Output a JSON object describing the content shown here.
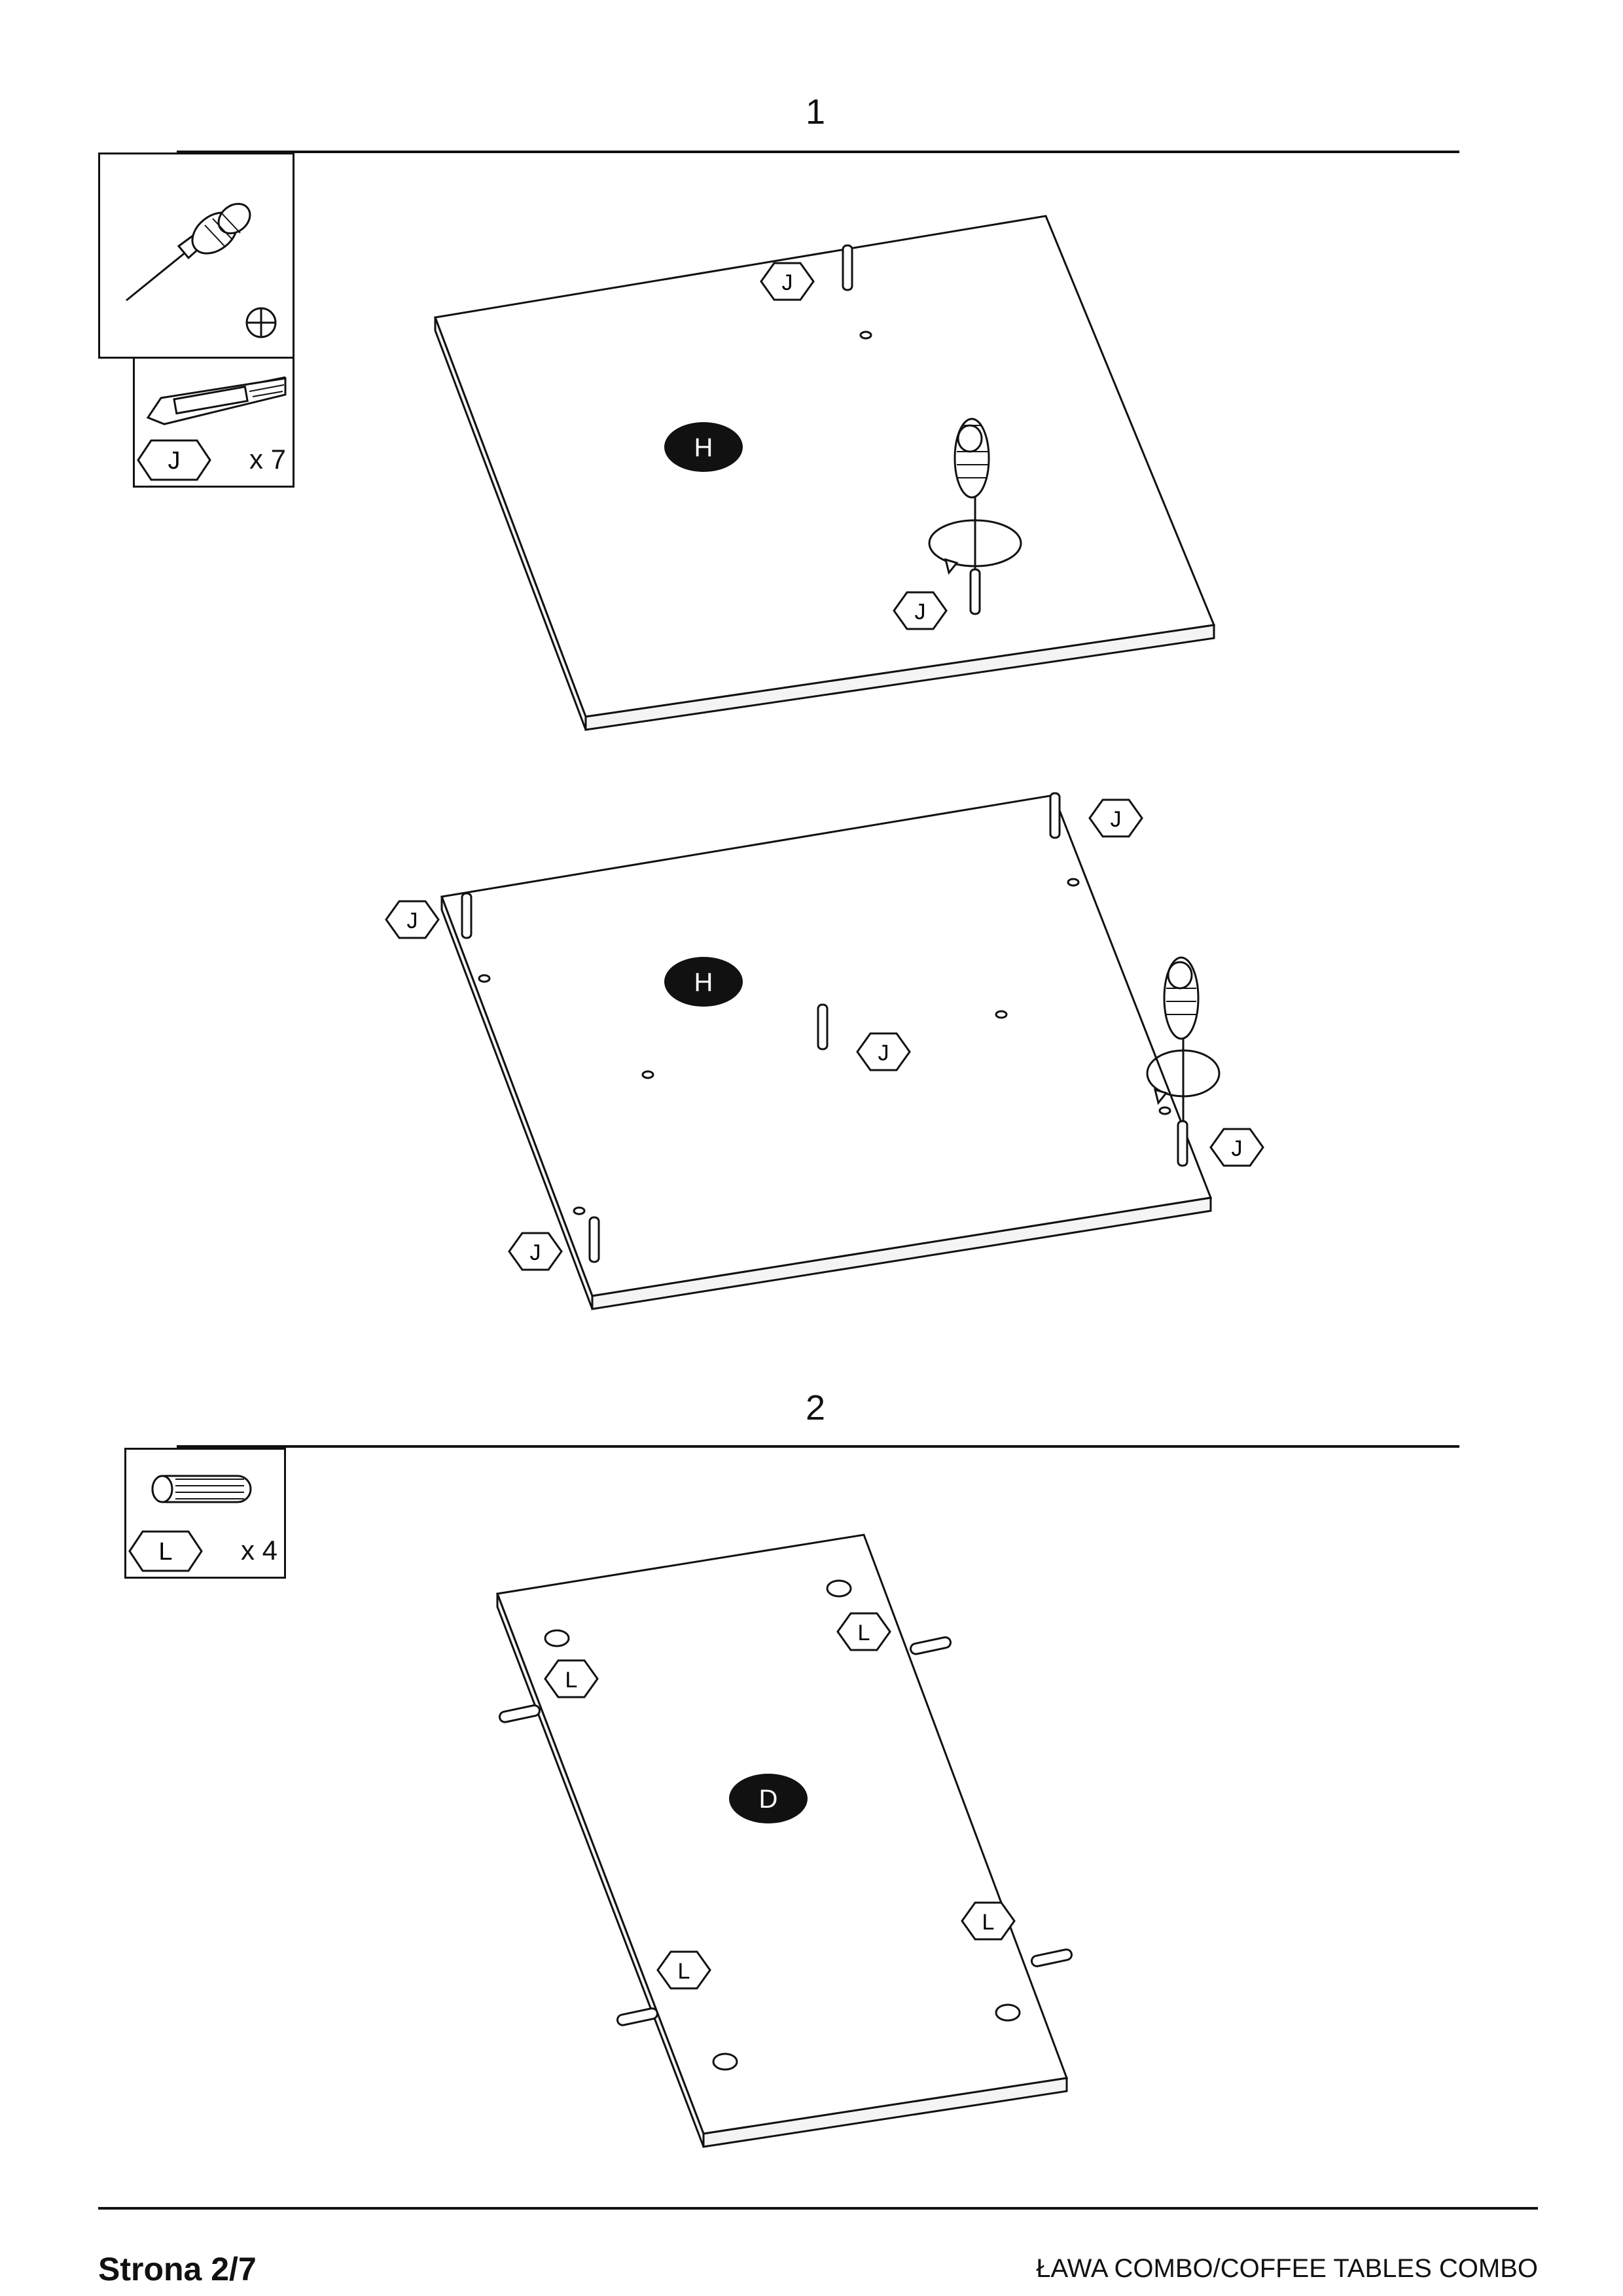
{
  "steps": [
    {
      "number": "1",
      "tool": "screwdriver-phillips",
      "part": {
        "label": "J",
        "quantity": "x 7"
      }
    },
    {
      "number": "2",
      "part": {
        "label": "L",
        "quantity": "x 4"
      }
    }
  ],
  "panels": {
    "step1_top": "H",
    "step1_bottom": "H",
    "step2": "D"
  },
  "callouts": {
    "j": "J",
    "l": "L"
  },
  "footer": {
    "page": "Strona 2/7",
    "product": "ŁAWA COMBO/COFFEE TABLES COMBO"
  }
}
